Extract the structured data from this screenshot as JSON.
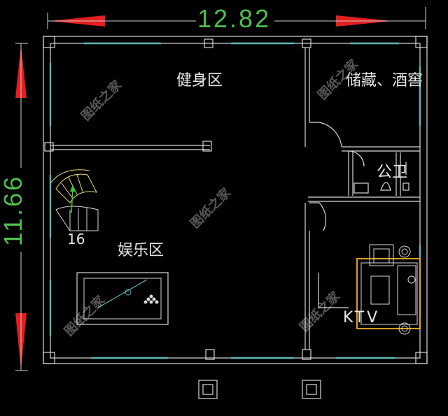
{
  "dimensions": {
    "width": "12.82",
    "height": "11.66"
  },
  "rooms": {
    "gym": "健身区",
    "storage": "储藏、酒窖",
    "toilet": "公卫",
    "entertainment": "娱乐区",
    "ktv": "KTV"
  },
  "stair_label": "16",
  "watermark": "图纸之家",
  "colors": {
    "background": "#000000",
    "wall": "#d9d9d9",
    "window": "#5fb6b6",
    "dimension_text": "#4fbf4f",
    "arrow": "#e41e1e",
    "stair": "#e8e07a"
  }
}
